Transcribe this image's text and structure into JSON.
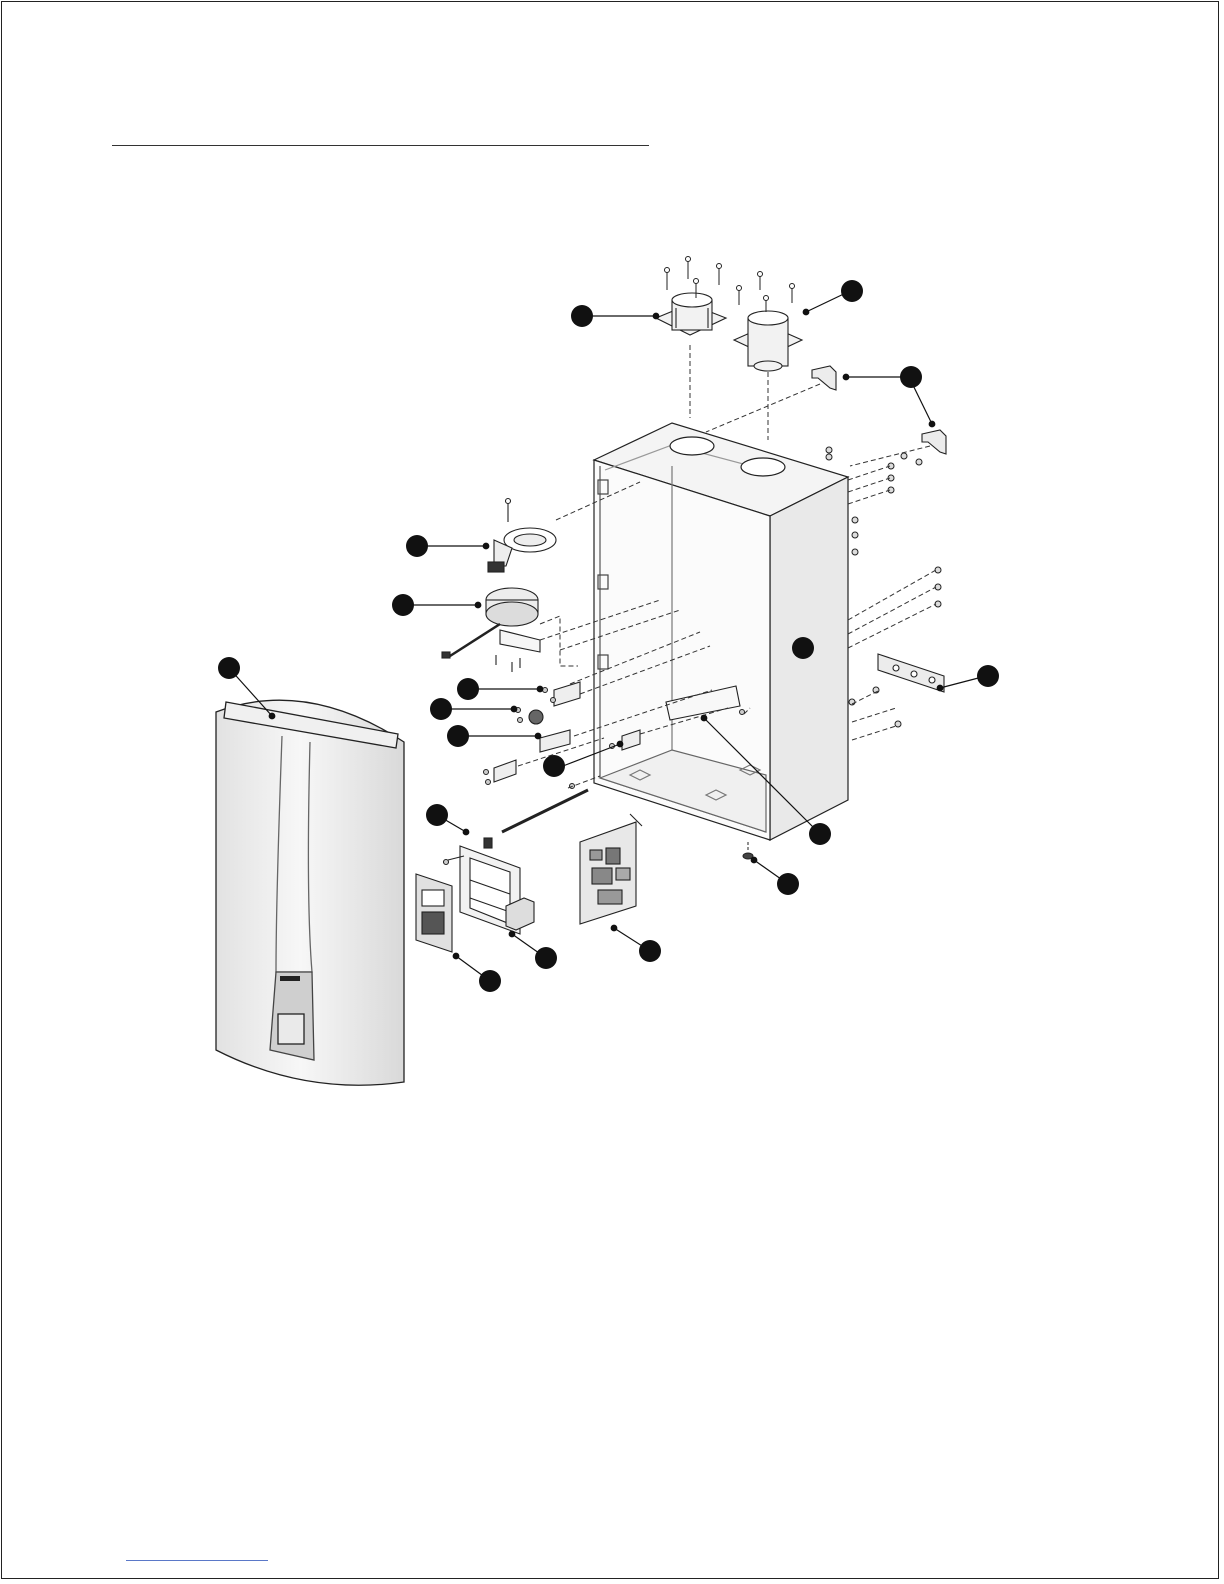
{
  "diagram": {
    "front_cover_badge": "",
    "callouts": [
      {
        "id": "flue-adapter-left"
      },
      {
        "id": "flue-adapter-right"
      },
      {
        "id": "wall-bracket-top"
      },
      {
        "id": "burner-plate"
      },
      {
        "id": "fan-motor"
      },
      {
        "id": "front-cover"
      },
      {
        "id": "casing"
      },
      {
        "id": "wall-bracket-side"
      },
      {
        "id": "bracket-a"
      },
      {
        "id": "sensor"
      },
      {
        "id": "bracket-b"
      },
      {
        "id": "bracket-c"
      },
      {
        "id": "handle-bar"
      },
      {
        "id": "grommet"
      },
      {
        "id": "control-box"
      },
      {
        "id": "transformer"
      },
      {
        "id": "remote-panel"
      },
      {
        "id": "pcb"
      }
    ]
  }
}
